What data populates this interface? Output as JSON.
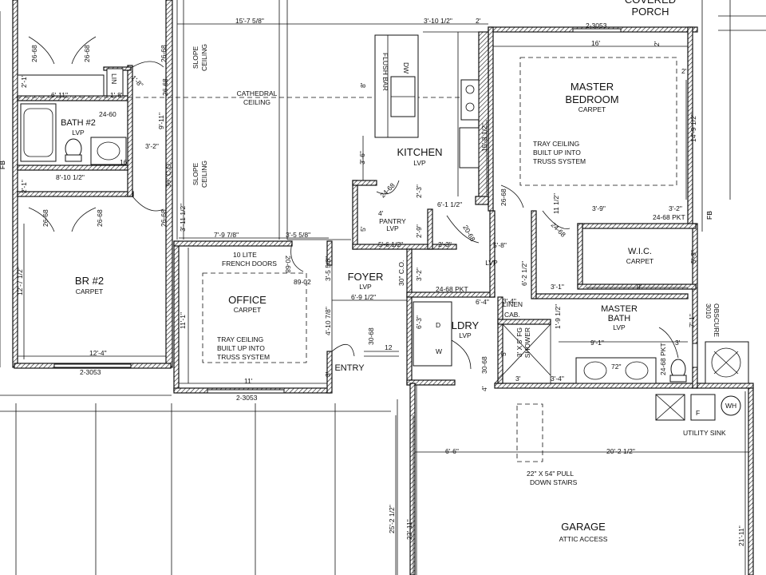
{
  "rooms": {
    "covered_porch": "COVERED\nPORCH",
    "master_bedroom": "MASTER\nBEDROOM",
    "master_bedroom_floor": "CARPET",
    "kitchen": "KITCHEN",
    "kitchen_floor": "LVP",
    "bath2": "BATH #2",
    "bath2_floor": "LVP",
    "br2": "BR #2",
    "br2_floor": "CARPET",
    "office": "OFFICE",
    "office_floor": "CARPET",
    "foyer": "FOYER",
    "foyer_floor": "LVP",
    "ldry": "LDRY",
    "ldry_floor": "LVP",
    "wic": "W.I.C.",
    "wic_floor": "CARPET",
    "master_bath": "MASTER\nBATH",
    "master_bath_floor": "LVP",
    "pantry": "PANTRY",
    "pantry_floor": "LVP",
    "garage": "GARAGE",
    "garage_sub": "ATTIC ACCESS",
    "entry": "ENTRY",
    "hall_floor": "LVP"
  },
  "notes": {
    "cathedral": "CATHEDRAL\nCEILING",
    "slope": "SLOPE\nCEILING",
    "tray": "TRAY CEILING\nBUILT UP INTO\nTRUSS SYSTEM",
    "french_doors": "10 LITE\nFRENCH DOORS",
    "flush_bar": "FLUSH BAR",
    "dw": "DW",
    "lin": "LIN",
    "linen": "LINEN\nCAB.",
    "shower": "3' X 5' FG\nSHOWER",
    "utility_sink": "UTILITY SINK",
    "pull_down": "22\" X 54\" PULL\nDOWN STAIRS",
    "obscure": "3010\nOBSCURE",
    "wh": "WH",
    "f": "F",
    "d": "D",
    "w": "W",
    "fb": "FB",
    "co36": "36\" C.O.",
    "co30": "30\" C.O.",
    "vanity72": "72\""
  },
  "dimensions": [
    "15'-7 5/8\"",
    "3'-10 1/2\"",
    "2'",
    "2-3053",
    "16'",
    "2'",
    "2'",
    "8'",
    "26-68",
    "26-68",
    "26-68",
    "2'-1\"",
    "6'-11\"",
    "1'-8\"",
    "1'-8\"",
    "24-60",
    "9'-11\"",
    "3'-2\"",
    "16\"",
    "8'-10 1/2\"",
    "2'-1\"",
    "26-68",
    "26-68",
    "26-68",
    "3'-11 1/2\"",
    "12'-7 1/2\"",
    "12'-4\"",
    "2-3053",
    "7'-9 7/8\"",
    "3'-5 5/8\"",
    "20-68",
    "3'-5 5/8\"",
    "89-02",
    "11'-1\"",
    "4'-10 7/8\"",
    "3'",
    "11'",
    "2-3053",
    "6'-9 1/2\"",
    "30-68",
    "12",
    "15'-8 1/2\"",
    "3'-6\"",
    "2'-3\"",
    "24-68",
    "6'-1 1/2\"",
    "26-68",
    "5'",
    "4'",
    "2'-9\"",
    "5'-6 1/2\"",
    "2'-3\"",
    "20-68",
    "5'-8\"",
    "3'-2\"",
    "6'-3\"",
    "24-68 PKT",
    "6'-2 1/2\"",
    "6'-4\"",
    "30-68",
    "4'",
    "11 1/2\"",
    "24-68",
    "3'-9\"",
    "3'-2\"",
    "24-68 PKT",
    "FB",
    "14'-9 1/2\"",
    "5'-3\"",
    "9'",
    "3'-1\"",
    "3'-4\"",
    "1'-9 1/2\"",
    "9'-1\"",
    "3'",
    "7'-1\"",
    "24-68 PKT",
    "5'",
    "3'",
    "3'-4\"",
    "6'-6\"",
    "20'-2 1/2\"",
    "25'-2 1/2\"",
    "22'-11\"",
    "21'-11\"",
    "FB",
    "26-68"
  ]
}
